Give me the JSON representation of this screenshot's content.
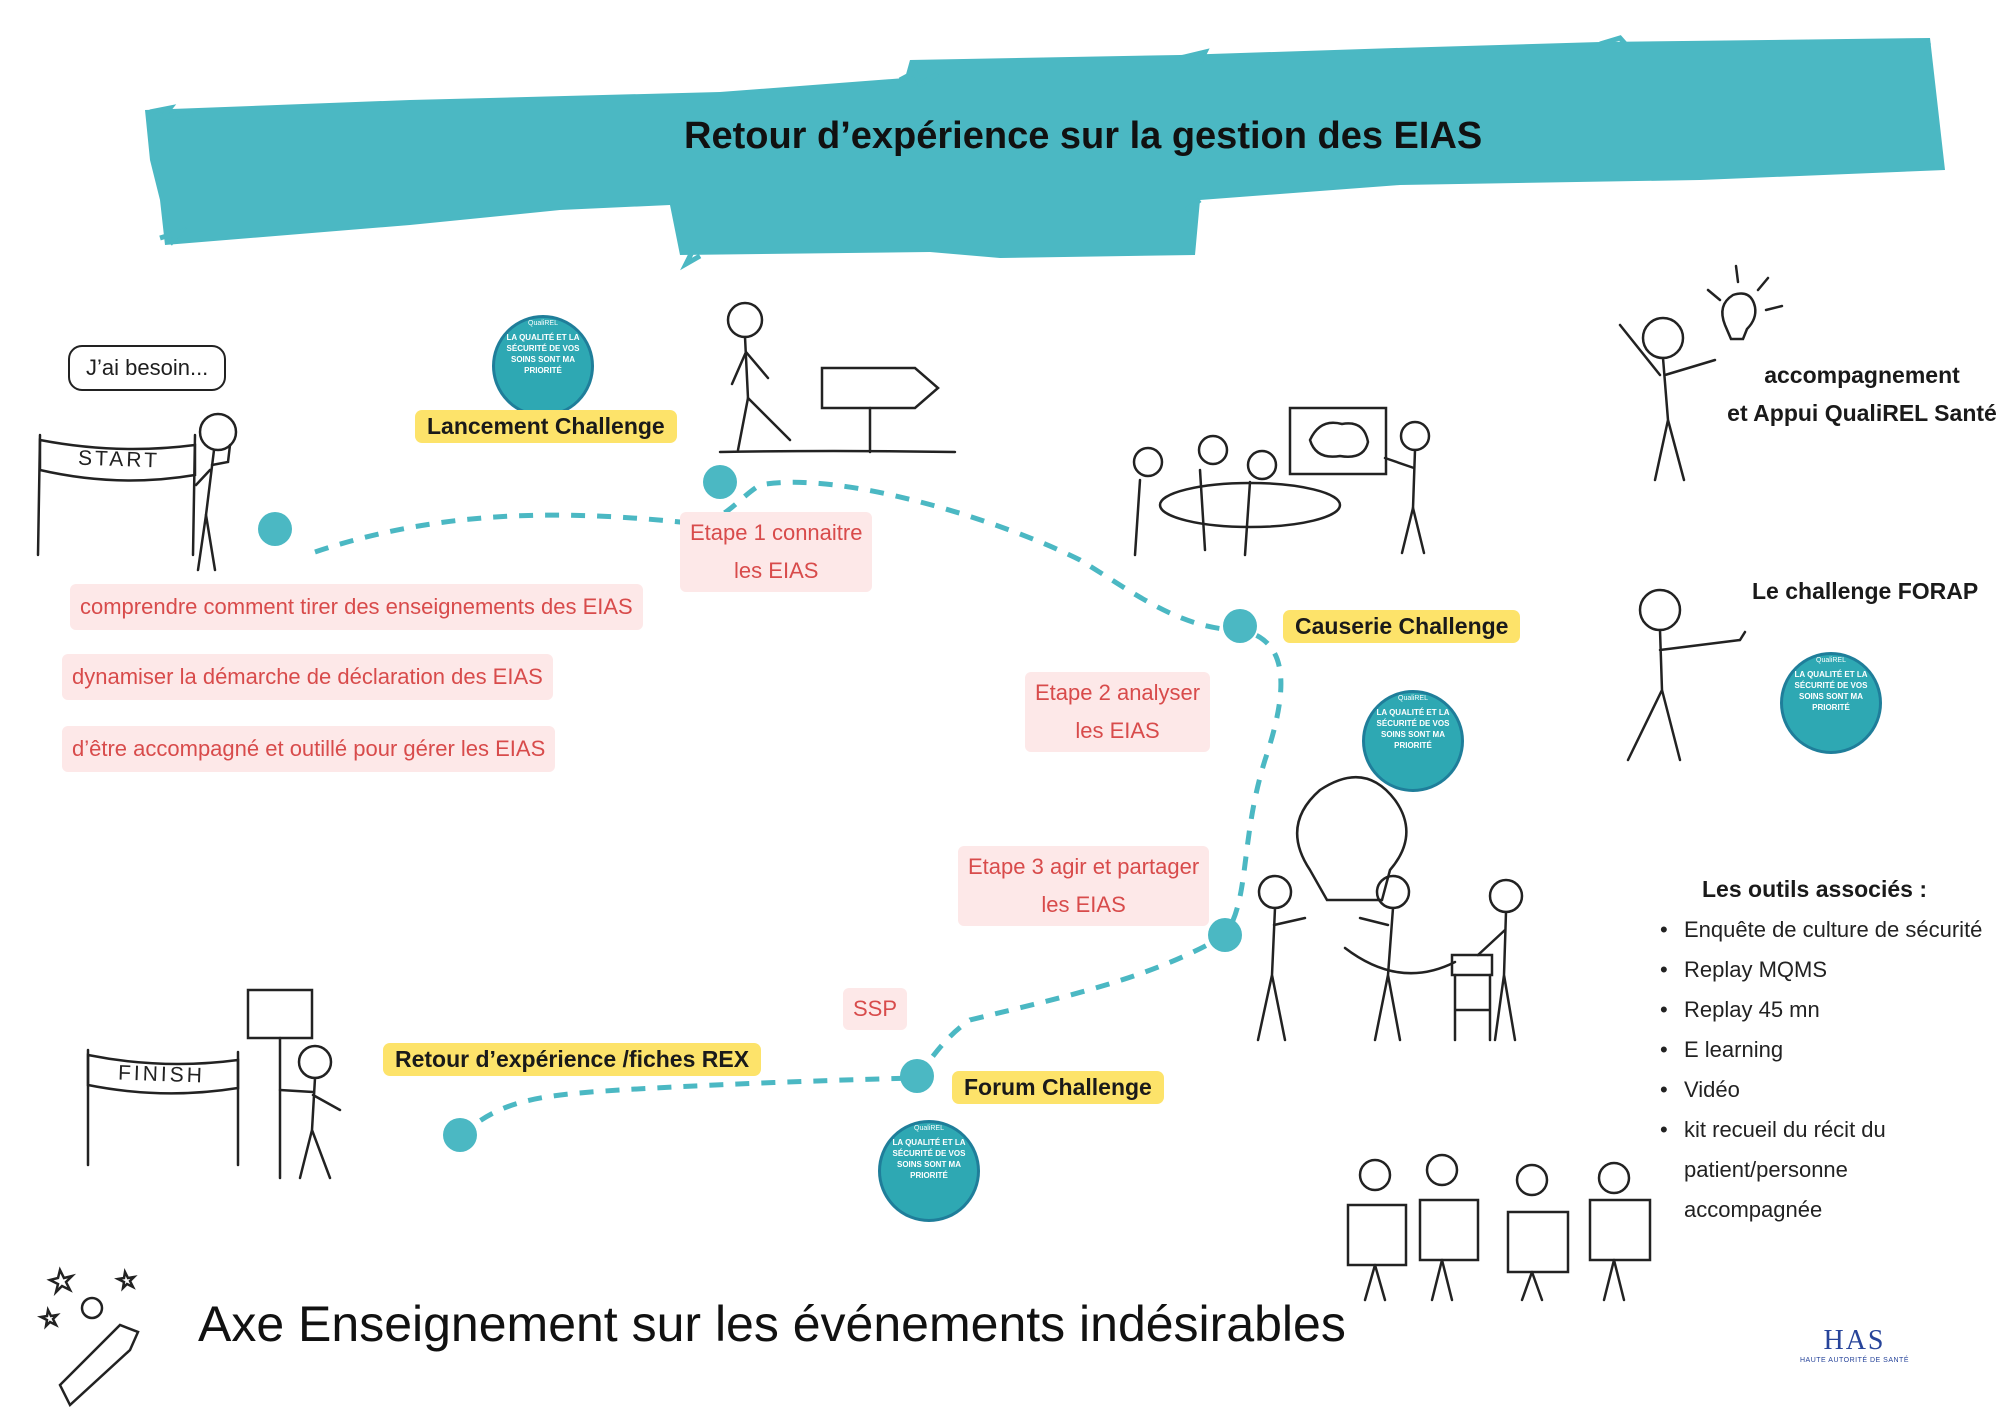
{
  "header": {
    "title": "Retour d’expérience sur la gestion des EIAS"
  },
  "start_area": {
    "speech_bubble": "J’ai besoin...",
    "start_banner": "START"
  },
  "needs": [
    "comprendre comment tirer des enseignements des EIAS",
    "dynamiser la démarche de déclaration des EIAS",
    "d’être accompagné et outillé pour gérer les EIAS"
  ],
  "path": {
    "lancement": "Lancement  Challenge",
    "etape1": [
      "Etape 1 connaitre",
      "les EIAS"
    ],
    "causerie": "Causerie Challenge",
    "etape2": [
      "Etape 2 analyser",
      "les EIAS"
    ],
    "etape3": [
      "Etape 3 agir et partager",
      "les EIAS"
    ],
    "ssp": "SSP",
    "forum": "Forum Challenge",
    "retour": "Retour d’expérience /fiches REX",
    "finish_banner": "FINISH"
  },
  "badge": {
    "logo": "QualiREL",
    "text": "La qualité et la sécurité de vos soins sont ma priorité"
  },
  "sidebar": {
    "accompagnement": [
      "accompagnement",
      "et Appui QualiREL Santé"
    ],
    "forap": "Le challenge FORAP",
    "tools_title": "Les outils associés :",
    "tools": [
      "Enquête de culture de sécurité",
      "Replay MQMS",
      "Replay 45 mn",
      "E learning",
      "Vidéo",
      "kit recueil du récit du patient/personne accompagnée"
    ]
  },
  "footer": {
    "title": "Axe Enseignement sur les événements indésirables",
    "logo_mark": "HAS",
    "logo_sub": "HAUTE AUTORITÉ DE SANTÉ"
  },
  "colors": {
    "teal": "#4bb8c3",
    "yellow": "#fde36a",
    "pink_bg": "#fde8e8",
    "pink_text": "#d84b4b"
  }
}
